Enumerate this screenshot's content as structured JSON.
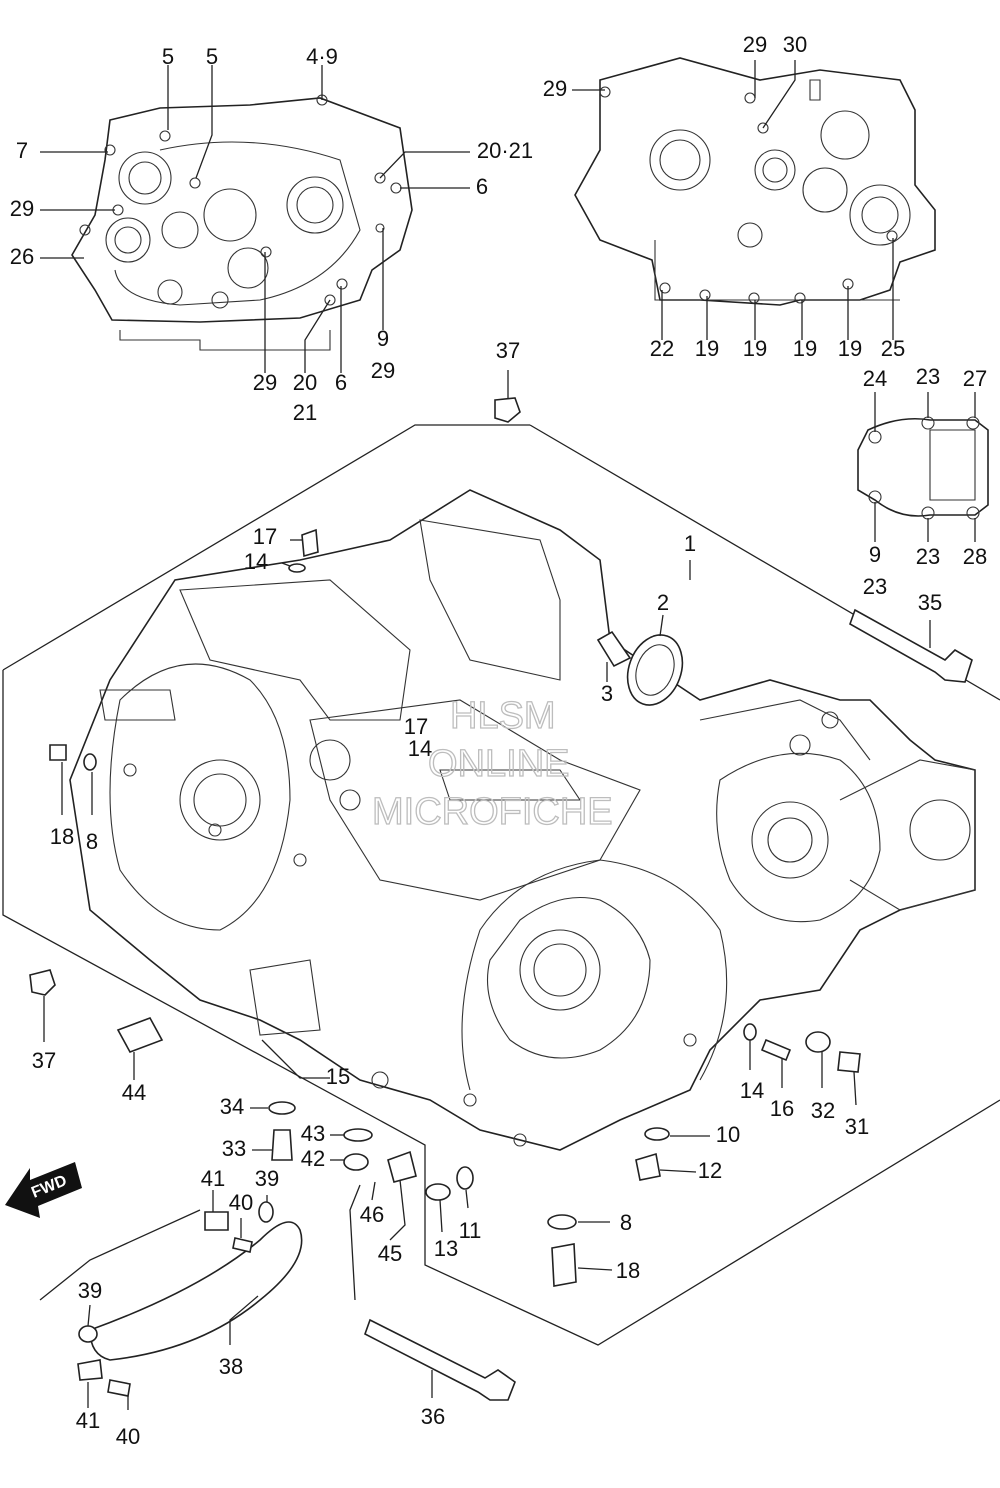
{
  "watermark": {
    "line1": "HLSM",
    "line2": "ONLINE",
    "line3": "MICROFICHE"
  },
  "fwd_label": "FWD",
  "callouts": [
    {
      "id": "c-5a",
      "text": "5"
    },
    {
      "id": "c-5b",
      "text": "5"
    },
    {
      "id": "c-4-9",
      "text": "4·9"
    },
    {
      "id": "c-7",
      "text": "7"
    },
    {
      "id": "c-20-21a",
      "text": "20·21"
    },
    {
      "id": "c-6a",
      "text": "6"
    },
    {
      "id": "c-29a",
      "text": "29"
    },
    {
      "id": "c-26",
      "text": "26"
    },
    {
      "id": "c-9a",
      "text": "9"
    },
    {
      "id": "c-29b",
      "text": "29"
    },
    {
      "id": "c-29c",
      "text": "29"
    },
    {
      "id": "c-20",
      "text": "20"
    },
    {
      "id": "c-21",
      "text": "21"
    },
    {
      "id": "c-6b",
      "text": "6"
    },
    {
      "id": "c-29d",
      "text": "29"
    },
    {
      "id": "c-30",
      "text": "30"
    },
    {
      "id": "c-29e",
      "text": "29"
    },
    {
      "id": "c-22",
      "text": "22"
    },
    {
      "id": "c-19a",
      "text": "19"
    },
    {
      "id": "c-19b",
      "text": "19"
    },
    {
      "id": "c-19c",
      "text": "19"
    },
    {
      "id": "c-19d",
      "text": "19"
    },
    {
      "id": "c-25",
      "text": "25"
    },
    {
      "id": "c-37a",
      "text": "37"
    },
    {
      "id": "c-24",
      "text": "24"
    },
    {
      "id": "c-23a",
      "text": "23"
    },
    {
      "id": "c-27",
      "text": "27"
    },
    {
      "id": "c-9b",
      "text": "9"
    },
    {
      "id": "c-23b",
      "text": "23"
    },
    {
      "id": "c-23c",
      "text": "23"
    },
    {
      "id": "c-28",
      "text": "28"
    },
    {
      "id": "c-1",
      "text": "1"
    },
    {
      "id": "c-2",
      "text": "2"
    },
    {
      "id": "c-3",
      "text": "3"
    },
    {
      "id": "c-35",
      "text": "35"
    },
    {
      "id": "c-17a",
      "text": "17"
    },
    {
      "id": "c-14a",
      "text": "14"
    },
    {
      "id": "c-17b",
      "text": "17"
    },
    {
      "id": "c-14b",
      "text": "14"
    },
    {
      "id": "c-18a",
      "text": "18"
    },
    {
      "id": "c-8a",
      "text": "8"
    },
    {
      "id": "c-37b",
      "text": "37"
    },
    {
      "id": "c-44",
      "text": "44"
    },
    {
      "id": "c-15",
      "text": "15"
    },
    {
      "id": "c-34",
      "text": "34"
    },
    {
      "id": "c-43",
      "text": "43"
    },
    {
      "id": "c-42",
      "text": "42"
    },
    {
      "id": "c-33",
      "text": "33"
    },
    {
      "id": "c-39a",
      "text": "39"
    },
    {
      "id": "c-41a",
      "text": "41"
    },
    {
      "id": "c-40a",
      "text": "40"
    },
    {
      "id": "c-46",
      "text": "46"
    },
    {
      "id": "c-45",
      "text": "45"
    },
    {
      "id": "c-13",
      "text": "13"
    },
    {
      "id": "c-11",
      "text": "11"
    },
    {
      "id": "c-14c",
      "text": "14"
    },
    {
      "id": "c-16",
      "text": "16"
    },
    {
      "id": "c-32",
      "text": "32"
    },
    {
      "id": "c-31",
      "text": "31"
    },
    {
      "id": "c-10",
      "text": "10"
    },
    {
      "id": "c-12",
      "text": "12"
    },
    {
      "id": "c-8b",
      "text": "8"
    },
    {
      "id": "c-18b",
      "text": "18"
    },
    {
      "id": "c-39b",
      "text": "39"
    },
    {
      "id": "c-38",
      "text": "38"
    },
    {
      "id": "c-36",
      "text": "36"
    },
    {
      "id": "c-41b",
      "text": "41"
    },
    {
      "id": "c-40b",
      "text": "40"
    }
  ]
}
